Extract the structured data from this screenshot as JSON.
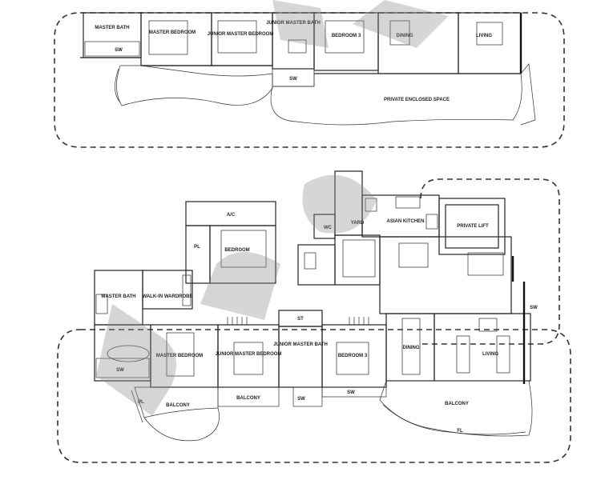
{
  "top_plan": {
    "rooms": {
      "master_bath": "MASTER BATH",
      "master_bedroom": "MASTER BEDROOM",
      "junior_master_bedroom": "JUNIOR MASTER BEDROOM",
      "junior_master_bath": "JUNIOR MASTER BATH",
      "bedroom_3": "BEDROOM 3",
      "dining": "DINING",
      "living": "LIVING",
      "sw_1": "SW",
      "sw_2": "SW",
      "private_enclosed_space": "PRIVATE ENCLOSED SPACE"
    }
  },
  "bottom_plan": {
    "rooms": {
      "ac": "A/C",
      "pl_1": "PL",
      "bedroom": "BEDROOM",
      "wc": "WC",
      "yard": "YARD",
      "asian_kitchen": "ASIAN KITCHEN",
      "private_lift": "PRIVATE LIFT",
      "master_bath": "MASTER BATH",
      "walk_in_wardrobe": "WALK-IN WARDROBE",
      "st": "ST",
      "sw_right": "SW",
      "master_bedroom": "MASTER BEDROOM",
      "junior_master_bedroom": "JUNIOR MASTER BEDROOM",
      "junior_master_bath": "JUNIOR MASTER BATH",
      "bedroom_3": "BEDROOM 3",
      "dining": "DINING",
      "living": "LIVING",
      "sw_bath": "SW",
      "sw_jmb": "SW",
      "sw_bed3": "SW",
      "pl_2": "PL",
      "balcony_1": "BALCONY",
      "balcony_2": "BALCONY",
      "balcony_3": "BALCONY",
      "fl": "FL"
    }
  }
}
